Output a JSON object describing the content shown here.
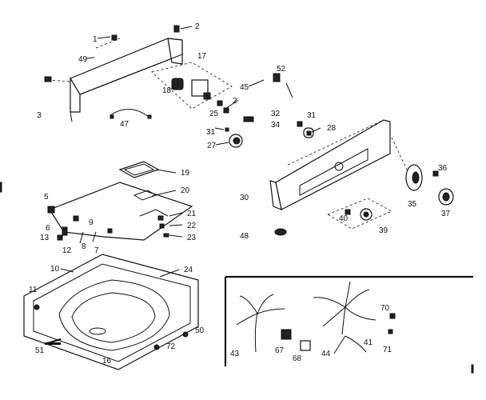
{
  "labels": {
    "l1": "1",
    "l2": "2",
    "l49": "49",
    "l3": "3",
    "l47": "47",
    "l17": "17",
    "l18": "18",
    "l52": "52",
    "l45": "45",
    "l2b": "2",
    "l25": "25",
    "l32": "32",
    "l34": "34",
    "l31a": "31",
    "l31b": "31",
    "l28": "28",
    "l27": "27",
    "l36": "36",
    "l35": "35",
    "l37": "37",
    "l30": "30",
    "l40": "40",
    "l39": "39",
    "l48": "48",
    "l19": "19",
    "l20": "20",
    "l21": "21",
    "l22": "22",
    "l23": "23",
    "l5": "5",
    "l9": "9",
    "l6": "6",
    "l13": "13",
    "l12": "12",
    "l8": "8",
    "l7": "7",
    "l10": "10",
    "l24": "24",
    "l11": "11",
    "l50": "50",
    "l72": "72",
    "l51": "51",
    "l16": "16",
    "l43": "43",
    "l67": "67",
    "l68": "68",
    "l44": "44",
    "l41": "41",
    "l70": "70",
    "l71": "71"
  },
  "colors": {
    "ink": "#111111",
    "paper": "#ffffff"
  }
}
